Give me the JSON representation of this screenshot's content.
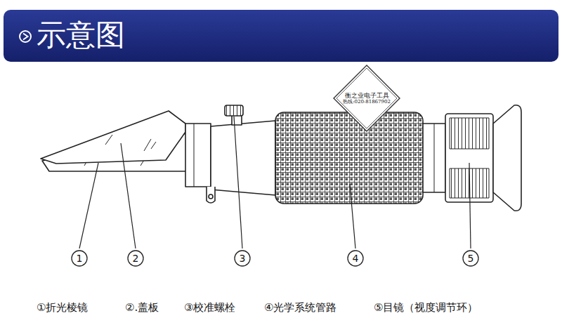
{
  "diagram": {
    "title": "示意图",
    "nodes": [
      {
        "text": [
          "衡之业电子工具",
          "热线:020-81867902"
        ]
      },
      {
        "text": [
          "1"
        ]
      },
      {
        "text": [
          "2"
        ]
      },
      {
        "text": [
          "3"
        ]
      },
      {
        "text": [
          "4"
        ]
      },
      {
        "text": [
          "5"
        ]
      }
    ],
    "labels": [
      "①折光棱镜",
      "②.盖板",
      "③校准螺栓",
      "④光学系统管路",
      "⑤目镜（视度调节环）"
    ]
  }
}
